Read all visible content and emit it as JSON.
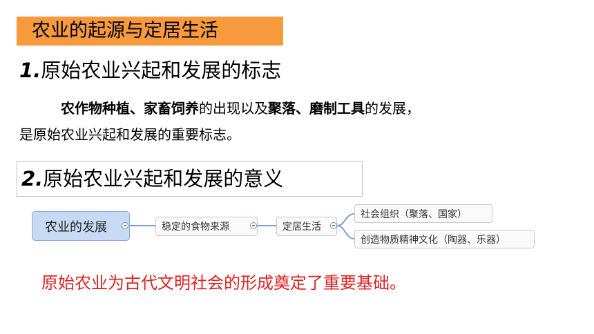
{
  "title": "农业的起源与定居生活",
  "section1": {
    "number": "1.",
    "heading": "原始农业兴起和发展的标志",
    "p_bold1": "农作物种植、家畜饲养",
    "p_text1": "的出现以及",
    "p_bold2": "聚落、磨制工具",
    "p_text2": "的发展，",
    "p_line2": "是原始农业兴起和发展的重要标志。"
  },
  "section2": {
    "number": "2.",
    "heading": "原始农业兴起和发展的意义"
  },
  "mindmap": {
    "root": "农业的发展",
    "node1": "稳定的食物来源",
    "node2": "定居生活",
    "leaf1": "社会组织（聚落、国家）",
    "leaf2": "创造物质精神文化（陶器、乐器）"
  },
  "conclusion": "原始农业为古代文明社会的形成奠定了重要基础。"
}
